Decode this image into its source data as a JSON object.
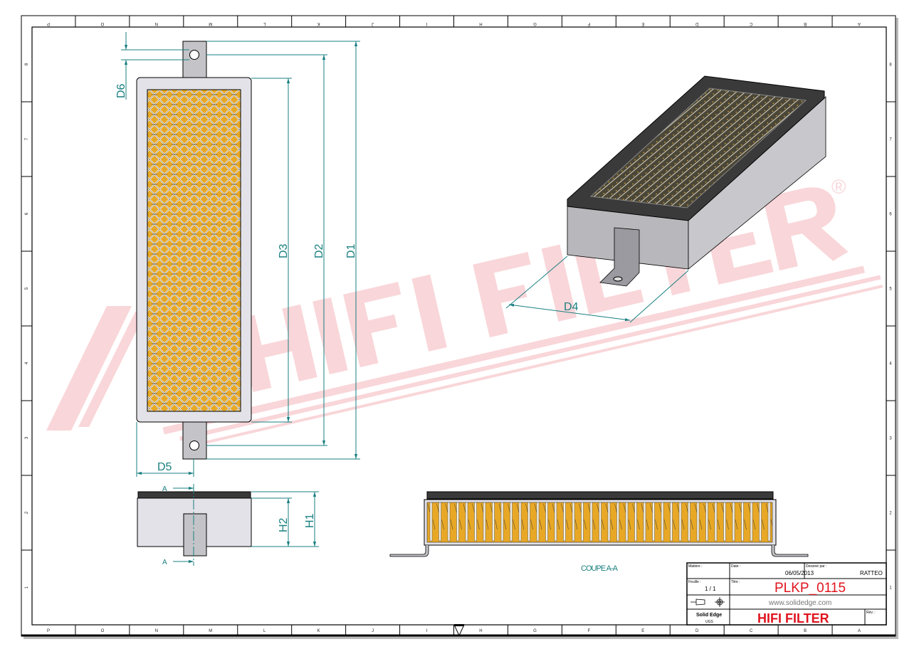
{
  "sheet": {
    "column_labels": [
      "P",
      "O",
      "N",
      "M",
      "L",
      "K",
      "J",
      "I",
      "H",
      "G",
      "F",
      "E",
      "D",
      "C",
      "B",
      "A"
    ],
    "row_labels": [
      "8",
      "7",
      "6",
      "5",
      "4",
      "3",
      "2",
      "1"
    ]
  },
  "watermark": {
    "text": "HIFI FILTER",
    "registered": "®",
    "color": "#f7c9cd"
  },
  "dimensions": {
    "d1": "D1",
    "d2": "D2",
    "d3": "D3",
    "d4": "D4",
    "d5": "D5",
    "d6": "D6",
    "h1": "H1",
    "h2": "H2",
    "section_mark": "A",
    "section_title": "COUPE A-A"
  },
  "colors": {
    "dimension": "#1a7f80",
    "media": "#e8a825",
    "frame": "#e2e2e8",
    "gasket": "#3a3a3a",
    "title_red": "#e0141e"
  },
  "title_block": {
    "material_label": "Matière :",
    "date_label": "Date :",
    "date": "06/05/2013",
    "drawn_by_label": "Dessiné par :",
    "drawn_by": "RATTEO",
    "sheet_label": "Feuille :",
    "sheet": "1 / 1",
    "title_label": "Titre :",
    "title": "PLKP_0115",
    "website": "www.solidedge.com",
    "software": "Solid Edge",
    "software_vendor": "UGS",
    "company": "HIFI FILTER",
    "revision_label": "Rév. :"
  }
}
